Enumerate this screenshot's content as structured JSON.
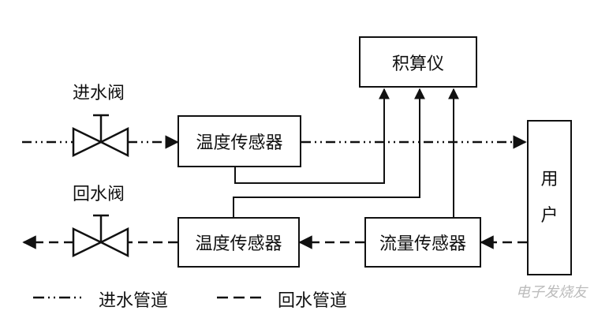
{
  "boxes": {
    "integrator": "积算仪",
    "temp_sensor_supply": "温度传感器",
    "temp_sensor_return": "温度传感器",
    "flow_sensor": "流量传感器",
    "user": "用户"
  },
  "valves": {
    "inlet": "进水阀",
    "return": "回水阀"
  },
  "legend": {
    "supply_pipe": "进水管道",
    "return_pipe": "回水管道"
  },
  "watermark": "电子发烧友",
  "colors": {
    "line": "#111111",
    "watermark": "#bbbbbb"
  }
}
